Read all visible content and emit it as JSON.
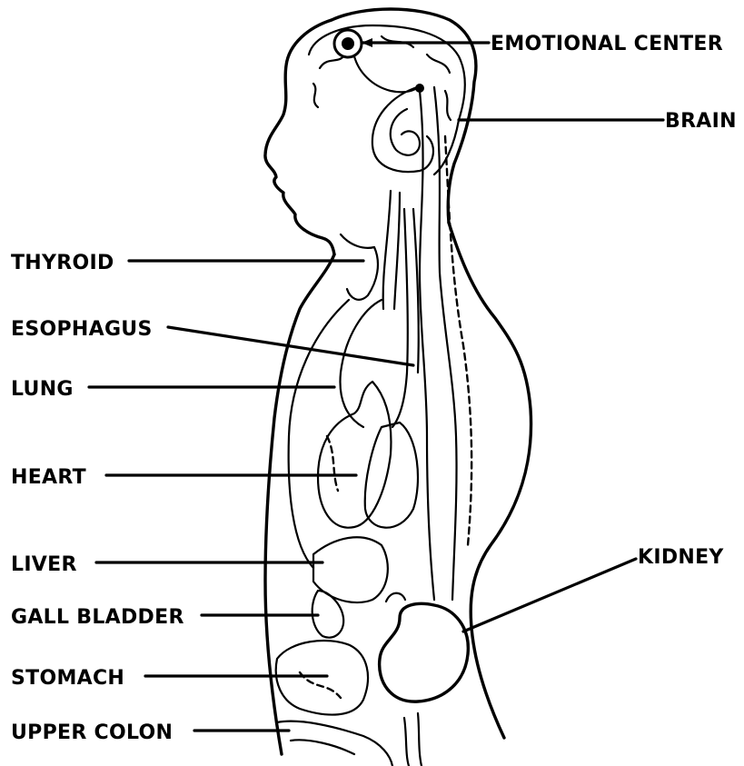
{
  "labels": {
    "emotional_center": "EMOTIONAL CENTER",
    "brain": "BRAIN",
    "thyroid": "THYROID",
    "esophagus": "ESOPHAGUS",
    "lung": "LUNG",
    "heart": "HEART",
    "liver": "LIVER",
    "kidney": "KIDNEY",
    "gall_bladder": "GALL BLADDER",
    "stomach": "STOMACH",
    "upper_colon": "UPPER COLON"
  }
}
